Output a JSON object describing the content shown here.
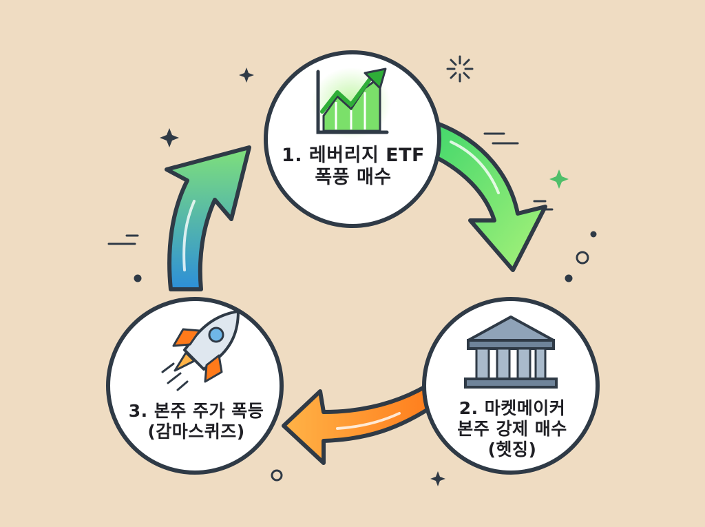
{
  "colors": {
    "background": "#efdcc2",
    "outline": "#2f3a46",
    "circle_fill": "#ffffff",
    "arrow_top_right": [
      "#3fd66b",
      "#a9f27a"
    ],
    "arrow_bottom": [
      "#ff7a1a",
      "#ffb347"
    ],
    "arrow_left": [
      "#2d8fd8",
      "#7fe07a"
    ],
    "chart_icon": "#55d14a",
    "bank_icon": "#7f93a8",
    "rocket_flame": "#ff7a1a",
    "sparkle": "#2f3a46"
  },
  "nodes": [
    {
      "id": "step-1",
      "icon": "rising-chart-icon",
      "lines": [
        "1. 레버리지 ETF",
        "폭풍 매수"
      ]
    },
    {
      "id": "step-2",
      "icon": "bank-building-icon",
      "lines": [
        "2. 마켓메이커",
        "본주 강제 매수",
        "(헷징)"
      ]
    },
    {
      "id": "step-3",
      "icon": "rocket-icon",
      "lines": [
        "3. 본주 주가 폭등",
        "(감마스퀴즈)"
      ]
    }
  ],
  "edges": [
    {
      "from": "step-1",
      "to": "step-2",
      "style": "green-arrow"
    },
    {
      "from": "step-2",
      "to": "step-3",
      "style": "orange-arrow"
    },
    {
      "from": "step-3",
      "to": "step-1",
      "style": "blue-green-arrow"
    }
  ]
}
